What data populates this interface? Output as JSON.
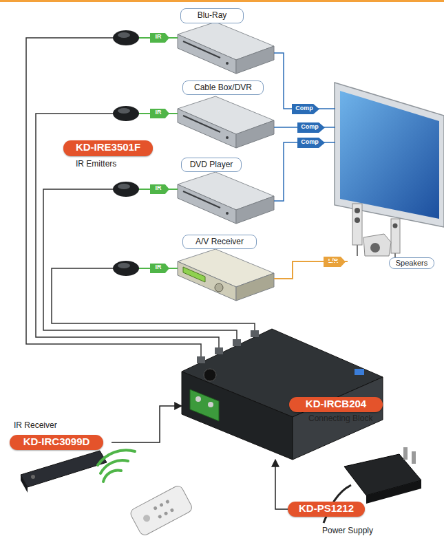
{
  "diagram": {
    "nodes": [
      {
        "text": [
          "Blu-Ray"
        ]
      },
      {
        "text": [
          "Cable Box/DVR"
        ]
      },
      {
        "text": [
          "DVD Player"
        ]
      },
      {
        "text": [
          "A/V Receiver"
        ]
      },
      {
        "text": [
          "Speakers"
        ]
      },
      {
        "text": [
          "KD-IRE3501F",
          "IR Emitters"
        ]
      },
      {
        "text": [
          "KD-IRCB204",
          "Connecting Block"
        ]
      },
      {
        "text": [
          "IR Receiver",
          "KD-IRC3099D"
        ]
      },
      {
        "text": [
          "KD-PS1212",
          "Power Supply"
        ]
      }
    ],
    "edges": [
      {
        "from": 3,
        "to": 4,
        "label": "L/R",
        "arrow": "none"
      },
      {
        "from": 7,
        "to": 6,
        "arrow": "to"
      },
      {
        "from": 8,
        "to": 6,
        "arrow": "to"
      }
    ],
    "labels": [
      "IR",
      "IR",
      "IR",
      "IR",
      "Comp",
      "Comp",
      "Comp"
    ]
  }
}
